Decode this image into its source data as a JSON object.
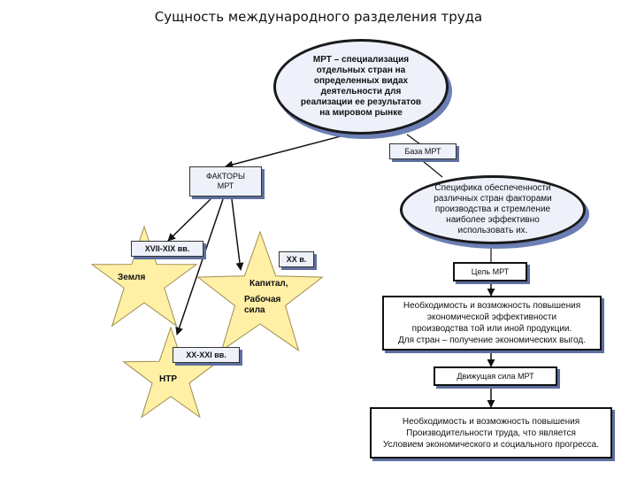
{
  "title": "Сущность международного разделения труда",
  "definition": "МРТ – специализация\nотдельных стран на\nопределенных видах\nдеятельности для\nреализации ее результатов\nна мировом рынке",
  "basis_label": "База МРТ",
  "factors_label": "ФАКТОРЫ\nМРТ",
  "specifics_text": "Специфика обеспеченности\nразличных стран факторами\nпроизводства и стремление\nнаиболее эффективно\nиспользовать их.",
  "periods": {
    "p1": "XVII-XIX вв.",
    "p2": "XX в.",
    "p3": "XX-XXI вв."
  },
  "stars": {
    "land": "Земля",
    "capital": "Капитал,",
    "labor": "Рабочая\nсила",
    "ntr": "НТР"
  },
  "goal_label": "Цель МРТ",
  "goal_text": "Необходимость и возможность повышения\nэкономической эффективности\nпроизводства той или иной продукции.\nДля стран – получение экономических выгод.",
  "driving_label": "Движущая сила МРТ",
  "driving_text": "Необходимость и возможность повышения\nПроизводительности труда, что является\nУсловием экономического и социального прогресса.",
  "colors": {
    "star_fill": "#fff0a6",
    "star_stroke": "#a08d4e",
    "box_fill": "#eef1fa",
    "shadow": "#6b7fb5"
  }
}
